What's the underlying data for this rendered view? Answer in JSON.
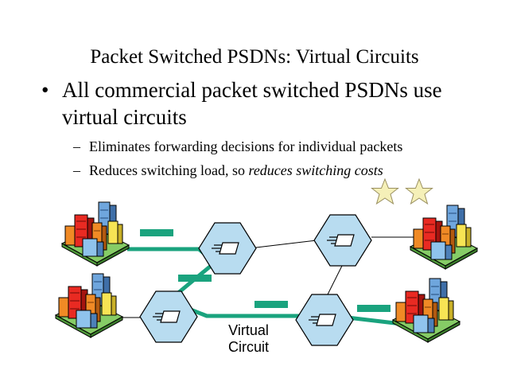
{
  "slide": {
    "title": "Packet Switched PSDNs: Virtual Circuits",
    "bullet": {
      "marker": "•",
      "text": "All commercial packet switched PSDNs use virtual circuits"
    },
    "subbullets": [
      {
        "marker": "–",
        "text": "Eliminates forwarding decisions for individual packets"
      },
      {
        "marker": "–",
        "text": "Reduces switching load, so ",
        "emphasis": "reduces switching costs"
      }
    ]
  },
  "diagram": {
    "label_line1": "Virtual",
    "label_line2": "Circuit",
    "icons": [
      "star-icon",
      "building-cluster-icon",
      "packet-switch-icon",
      "packet-icon"
    ],
    "colors": {
      "circuit": "#1aa37e",
      "packet": "#1aa37e",
      "switch_fill": "#b8dcf0",
      "star": "#f5f0b8"
    }
  }
}
